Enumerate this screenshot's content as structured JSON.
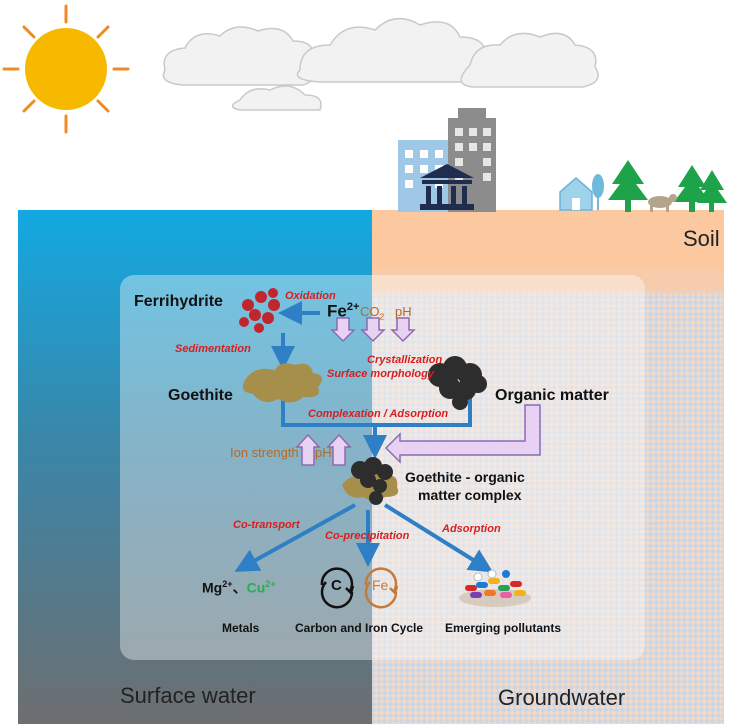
{
  "environments": {
    "soil": "Soil",
    "surface_water": "Surface water",
    "groundwater": "Groundwater"
  },
  "species": {
    "ferrihydrite": "Ferrihydrite",
    "fe2_base": "Fe",
    "fe2_sup": "2+",
    "co2_base": "CO",
    "co2_sub": "2",
    "ph_top": "pH",
    "goethite": "Goethite",
    "organic_matter": "Organic matter",
    "complex_line1": "Goethite - organic",
    "complex_line2": "matter complex",
    "ion_strength": "Ion strength",
    "ph_mid": "pH"
  },
  "processes": {
    "oxidation": "Oxidation",
    "sedimentation": "Sedimentation",
    "crystallization": "Crystallization",
    "surface_morphology": "Surface morphology",
    "complexation": "Complexation / Adsorption",
    "co_transport": "Co-transport",
    "co_precipitation": "Co-precipitation",
    "adsorption": "Adsorption"
  },
  "outcomes": {
    "mg": "Mg",
    "mg_sup": "2+",
    "separator": "、",
    "cu": "Cu",
    "cu_sup": "2+",
    "metals": "Metals",
    "carbon_symbol": "C",
    "iron_symbol": "Fe",
    "carbon_iron_cycle": "Carbon and Iron Cycle",
    "emerging_pollutants": "Emerging pollutants"
  },
  "colors": {
    "sky_water_top": "#12a9e2",
    "water_bottom": "#6d6e70",
    "soil": "#fbc8a0",
    "flow_arrow": "#2f7fc6",
    "lavender_arrow": "#e8d2f3",
    "process_text": "#d81e1e",
    "factor_text": "#b26a2a",
    "cu_text": "#22b14c",
    "sun": "#f7b800",
    "tree": "#1ea34a"
  },
  "icons": [
    "sun-icon",
    "cloud-icon",
    "building-icon",
    "bank-icon",
    "house-icon",
    "tree-icon",
    "cow-icon",
    "cycle-icon",
    "pills-icon"
  ]
}
